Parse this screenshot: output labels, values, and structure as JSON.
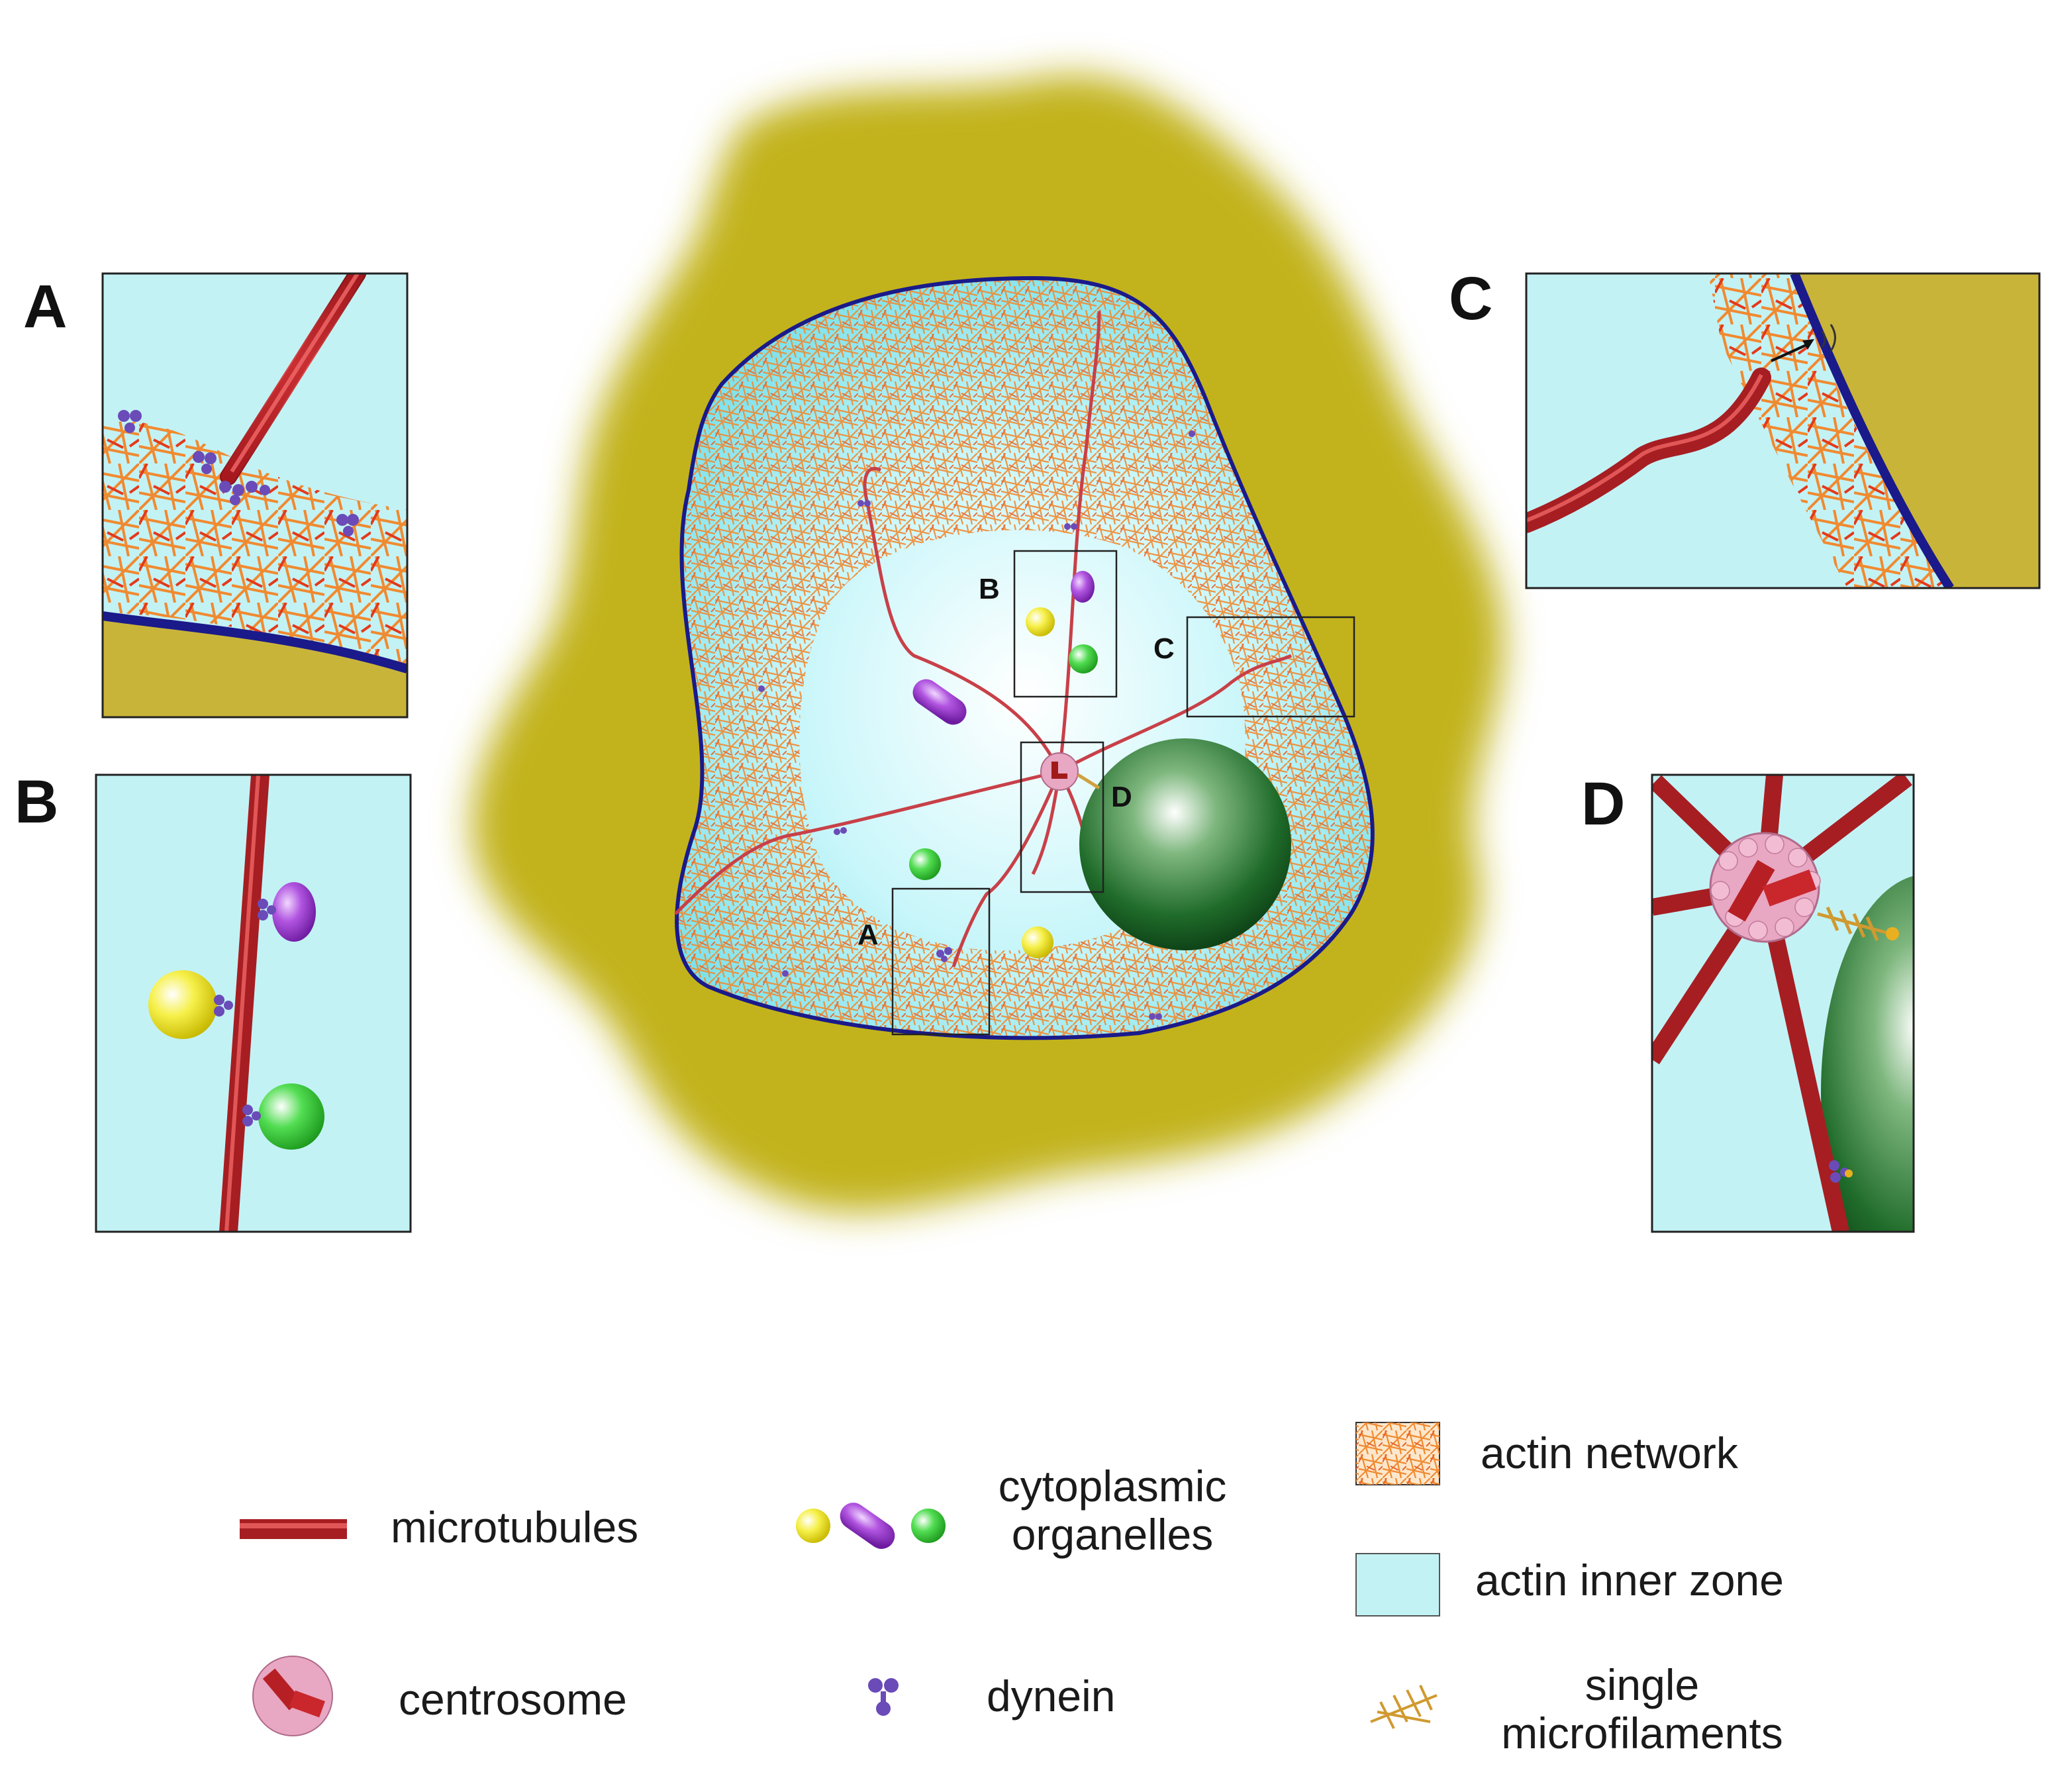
{
  "panels": {
    "A": {
      "label": "A"
    },
    "B": {
      "label": "B"
    },
    "C": {
      "label": "C"
    },
    "D": {
      "label": "D"
    }
  },
  "cell_labels": {
    "A": "A",
    "B": "B",
    "C": "C",
    "D": "D"
  },
  "legend": {
    "microtubules": "microtubules",
    "organelles_line1": "cytoplasmic",
    "organelles_line2": "organelles",
    "actin_network": "actin network",
    "actin_inner_zone": "actin inner zone",
    "centrosome": "centrosome",
    "dynein": "dynein",
    "microfilaments_line1": "single",
    "microfilaments_line2": "microfilaments"
  },
  "colors": {
    "extracellular": "#c2b31a",
    "cytoplasm": "#bff3f7",
    "membrane": "#1a1a8a",
    "microtubule": "#c0242a",
    "actin": "#f08a30",
    "nucleus": "#1f6b2a",
    "dynein": "#6a4bb8",
    "organelle_yellow": "#f4ee3a",
    "organelle_purple": "#a244d6",
    "organelle_green": "#48d548",
    "centrosome": "#e8a7c2"
  }
}
